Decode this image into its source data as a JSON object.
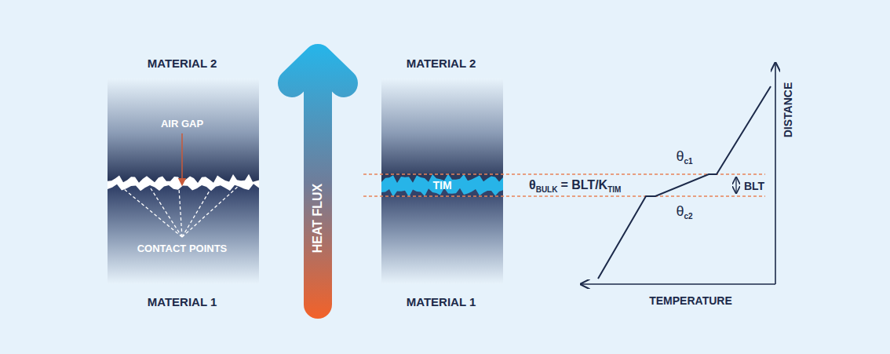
{
  "diagram": {
    "nodes": [
      {
        "text": [
          "HEAT FLUX"
        ]
      },
      {
        "text": [
          "TIM"
        ]
      }
    ],
    "labels": [
      "MATERIAL 2",
      "AIR GAP",
      "CONTACT POINTS",
      "MATERIAL 1",
      "MATERIAL 2",
      "MATERIAL 1",
      "θ",
      "BULK",
      "= BLT/K",
      "TIM",
      "θ",
      "c1",
      "BLT",
      "θ",
      "c2",
      "DISTANCE",
      "TEMPERATURE"
    ]
  }
}
